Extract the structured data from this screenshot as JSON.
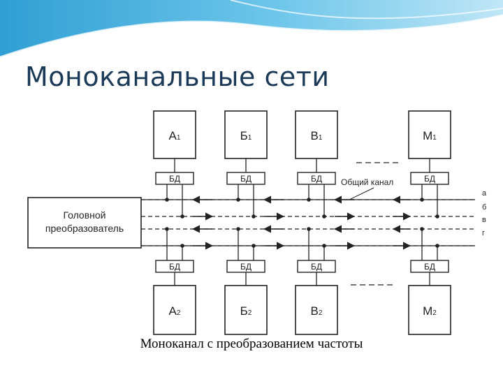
{
  "slide": {
    "title": "Моноканальные сети",
    "caption": "Моноканал с преобразованием частоты"
  },
  "diagram": {
    "head_converter": [
      "Головной",
      "преобразователь"
    ],
    "top_nodes": [
      {
        "main": "А",
        "sub": "1"
      },
      {
        "main": "Б",
        "sub": "1"
      },
      {
        "main": "В",
        "sub": "1"
      },
      {
        "main": "М",
        "sub": "1"
      }
    ],
    "bottom_nodes": [
      {
        "main": "А",
        "sub": "2"
      },
      {
        "main": "Б",
        "sub": "2"
      },
      {
        "main": "В",
        "sub": "2"
      },
      {
        "main": "М",
        "sub": "2"
      }
    ],
    "interface_block_label": "БД",
    "channel_label": "Общий канал",
    "line_labels": [
      "а",
      "б",
      "в",
      "г"
    ]
  },
  "colors": {
    "title": "#1b3a57",
    "accent_wave": "#4db0dc",
    "lines": "#222222"
  }
}
